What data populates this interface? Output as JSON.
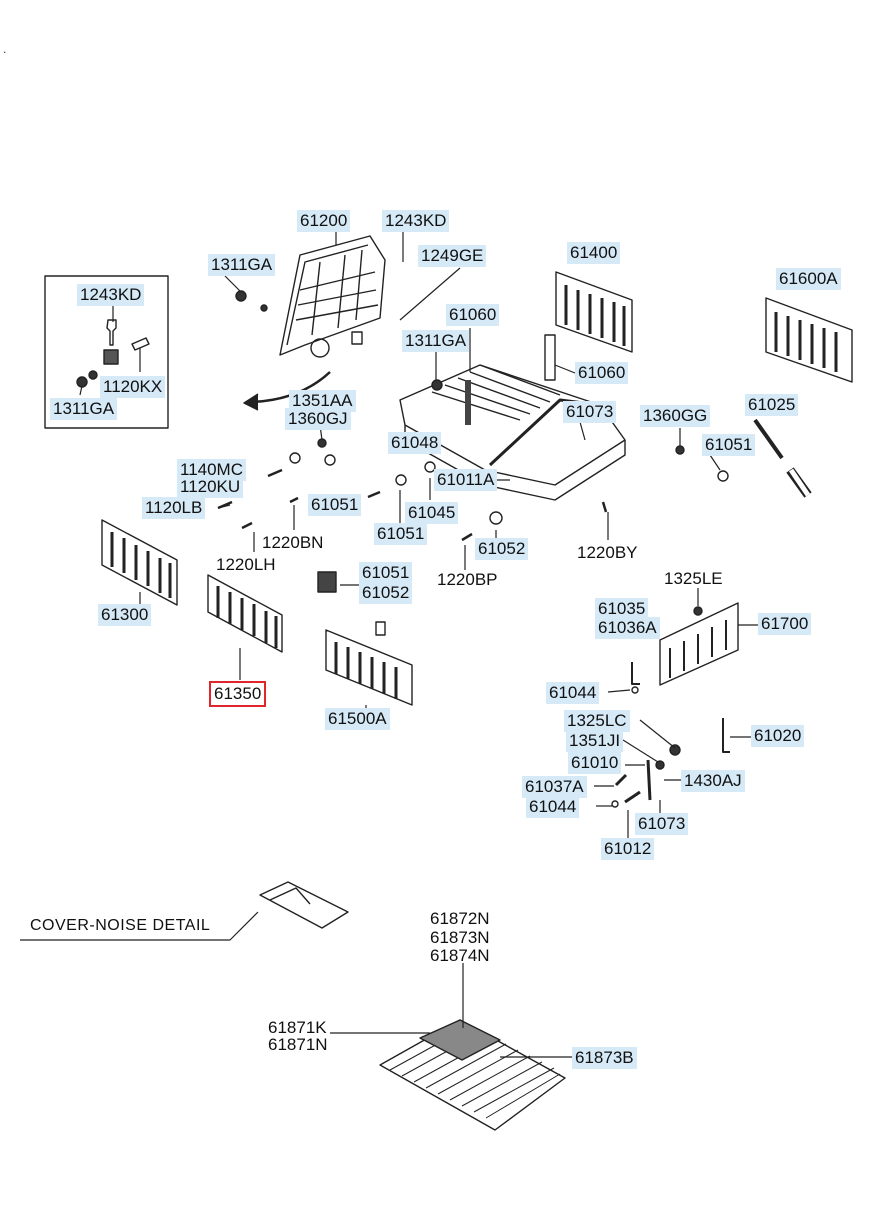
{
  "corner_mark": ".",
  "detail_caption": "COVER-NOISE DETAIL",
  "highlighted_part": "61350",
  "labels": {
    "p61200": "61200",
    "p1243KD_top": "1243KD",
    "p1311GA_top": "1311GA",
    "p1249GE": "1249GE",
    "p61400": "61400",
    "p61600A": "61600A",
    "p1243KD_inset": "1243KD",
    "p1120KX": "1120KX",
    "p1311GA_inset": "1311GA",
    "p61060_a": "61060",
    "p1311GA_mid": "1311GA",
    "p61060_b": "61060",
    "p1351AA": "1351AA",
    "p1360GJ": "1360GJ",
    "p61073_top": "61073",
    "p1360GG": "1360GG",
    "p61025": "61025",
    "p61048": "61048",
    "p61051_right": "61051",
    "p1140MC": "1140MC",
    "p1120KU": "1120KU",
    "p61011A": "61011A",
    "p1120LB": "1120LB",
    "p61051_mid": "61051",
    "p61045": "61045",
    "p1220BN": "1220BN",
    "p61051_low": "61051",
    "p61052_mid": "61052",
    "p1220BY": "1220BY",
    "p1220LH": "1220LH",
    "p61051_clip": "61051",
    "p61052_clip": "61052",
    "p1220BP": "1220BP",
    "p1325LE": "1325LE",
    "p61300": "61300",
    "p61035": "61035",
    "p61036A": "61036A",
    "p61700": "61700",
    "p61350": "61350",
    "p61500A": "61500A",
    "p61044_a": "61044",
    "p1325LC": "1325LC",
    "p61020": "61020",
    "p1351JI": "1351JI",
    "p61010": "61010",
    "p61037A": "61037A",
    "p1430AJ": "1430AJ",
    "p61044_b": "61044",
    "p61073_low": "61073",
    "p61012": "61012",
    "p61872N": "61872N",
    "p61873N": "61873N",
    "p61874N": "61874N",
    "p61871K": "61871K",
    "p61871N": "61871N",
    "p61873B": "61873B"
  }
}
